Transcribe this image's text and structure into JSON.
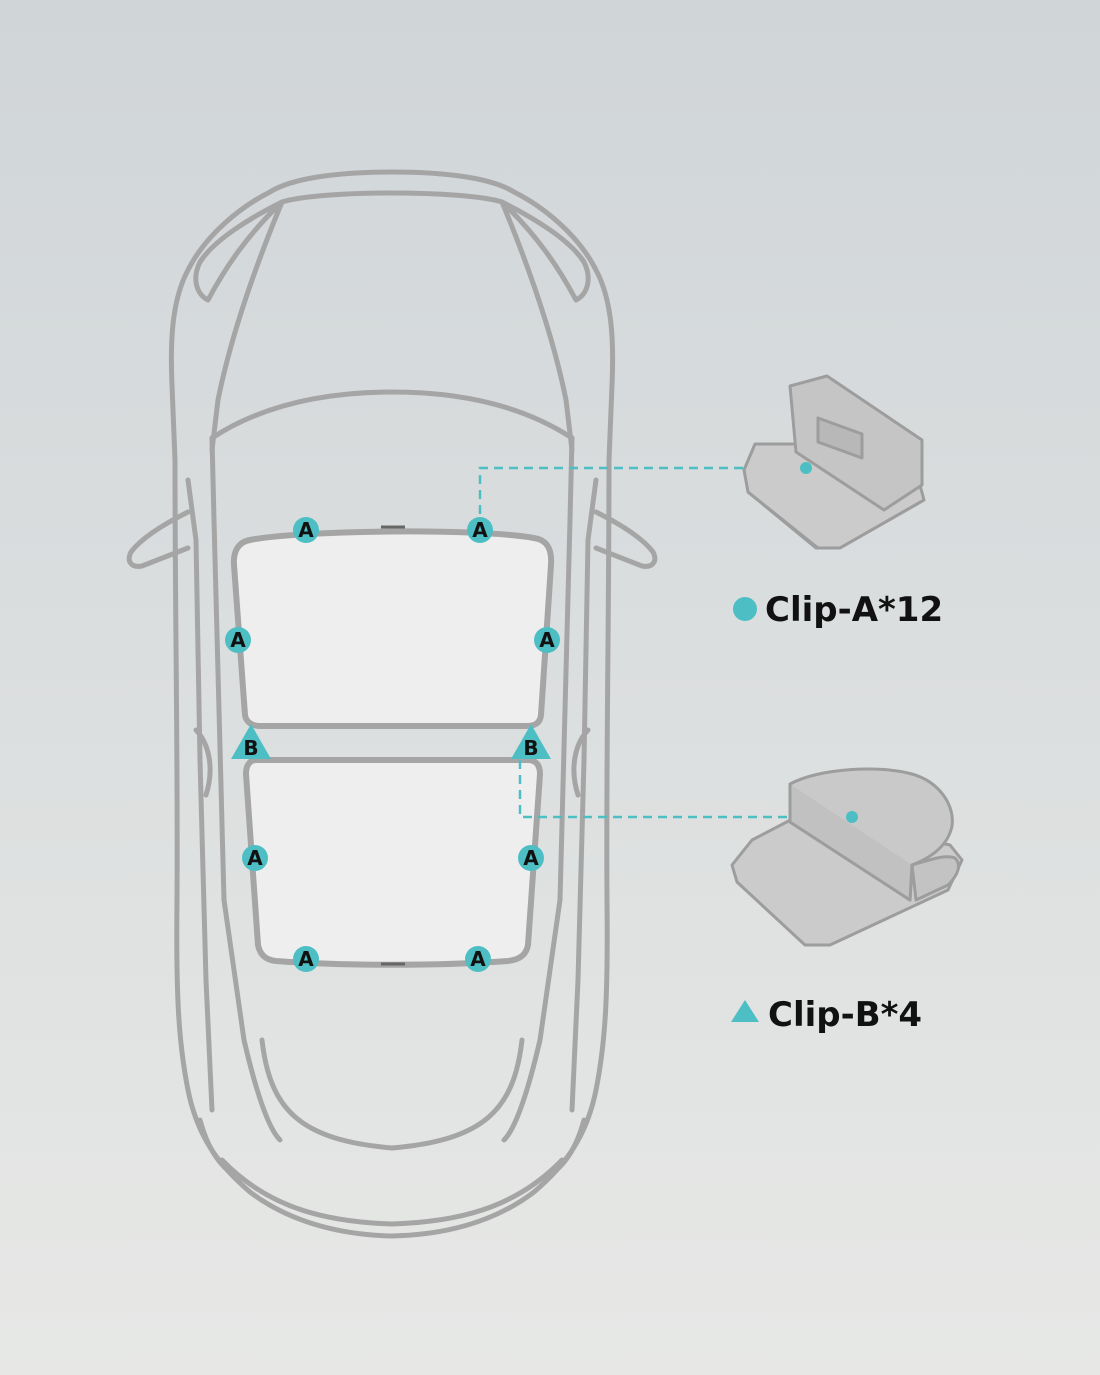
{
  "colors": {
    "background_top": "#d0d5d8",
    "background_bottom": "#e7e8e6",
    "car_outline": "#a5a5a5",
    "panel_fill": "#eeeeee",
    "accent_teal": "#4dbfc4",
    "clip_fill": "#c9c9c9",
    "clip_stroke": "#9d9d9d",
    "text": "#111111"
  },
  "markers": [
    {
      "id": "front-left",
      "type": "A",
      "label": "A"
    },
    {
      "id": "front-right",
      "type": "A",
      "label": "A"
    },
    {
      "id": "front-side-left",
      "type": "A",
      "label": "A"
    },
    {
      "id": "front-side-right",
      "type": "A",
      "label": "A"
    },
    {
      "id": "middle-left",
      "type": "B",
      "label": "B"
    },
    {
      "id": "middle-right",
      "type": "B",
      "label": "B"
    },
    {
      "id": "rear-side-left",
      "type": "A",
      "label": "A"
    },
    {
      "id": "rear-side-right",
      "type": "A",
      "label": "A"
    },
    {
      "id": "rear-left",
      "type": "A",
      "label": "A"
    },
    {
      "id": "rear-right",
      "type": "A",
      "label": "A"
    }
  ],
  "legend": {
    "clip_a": {
      "symbol": "circle-icon",
      "text": "Clip-A*12"
    },
    "clip_b": {
      "symbol": "triangle-icon",
      "text": "Clip-B*4"
    }
  }
}
